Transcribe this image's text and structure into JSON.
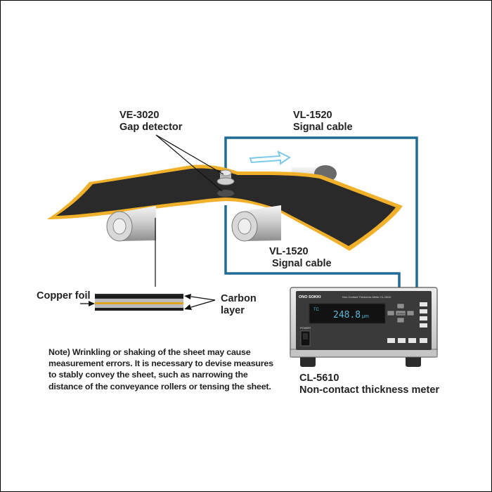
{
  "labels": {
    "gap_detector": {
      "model": "VE-3020",
      "name": "Gap detector"
    },
    "cable_top": {
      "model": "VL-1520",
      "name": "Signal cable"
    },
    "cable_mid": {
      "model": "VL-1520",
      "name": "Signal cable"
    },
    "copper_foil": "Copper foil",
    "carbon_layer": {
      "line1": "Carbon",
      "line2": "layer"
    },
    "meter": {
      "model": "CL-5610",
      "name": "Non-contact thickness meter"
    }
  },
  "note": {
    "lines": [
      "Note) Wrinkling or shaking of the sheet may cause",
      "measurement errors. It is necessary to devise measures",
      "to stably convey the sheet, such as narrowing the",
      "distance of the conveyance rollers or tensing the sheet."
    ]
  },
  "meter_panel": {
    "brand": "ONO SOKKI",
    "title": "Non-Contact Thickness Meter CL-5610",
    "display_value": "248.8",
    "display_unit": "μm",
    "display_tag": "TC",
    "power_label": "POWER",
    "enter_label": "ENTER"
  },
  "colors": {
    "cable": "#1f6c96",
    "sheet": "#2a2a2a",
    "sheet_edge": "#f1b02a",
    "arrow": "#7cc9e8",
    "meter_body": "#d9d9d9",
    "meter_panel": "#3a3a3a",
    "display_text": "#5fb7d8"
  }
}
